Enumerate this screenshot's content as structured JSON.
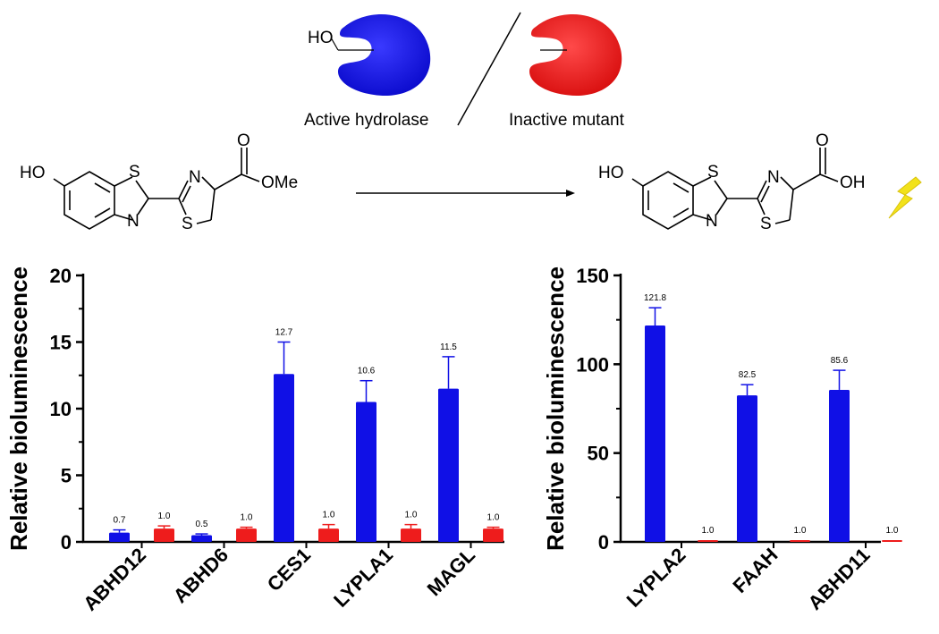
{
  "scheme": {
    "active_label": "Active hydrolase",
    "inactive_label": "Inactive mutant",
    "hydroxyl_label": "HO",
    "substrate_labels": {
      "ho": "HO",
      "s1": "S",
      "n1": "N",
      "n2": "N",
      "s2": "S",
      "o": "O",
      "ome": "OMe"
    },
    "product_labels": {
      "ho": "HO",
      "s1": "S",
      "n1": "N",
      "n2": "N",
      "s2": "S",
      "o": "O",
      "oh": "OH"
    },
    "colors": {
      "active": "#1010e6",
      "inactive": "#ee1c1c",
      "ome": "#1010e6",
      "bolt": "#f2e21b"
    },
    "icons": [
      "hydrolase-shape-icon",
      "lightning-bolt-icon"
    ]
  },
  "chart_data": [
    {
      "type": "bar",
      "ylabel": "Relative bioluminescence",
      "ylim": [
        0,
        20
      ],
      "yticks": [
        0,
        5,
        10,
        15,
        20
      ],
      "categories": [
        "ABHD12",
        "ABHD6",
        "CES1",
        "LYPLA1",
        "MAGL"
      ],
      "series": [
        {
          "values": [
            0.7,
            0.5,
            12.6,
            10.5,
            11.5
          ],
          "errors": [
            0.2,
            0.1,
            2.4,
            1.6,
            2.4
          ],
          "labels": [
            "0.7",
            "0.5",
            "12.7",
            "10.6",
            "11.5"
          ],
          "color": "#1010e6"
        },
        {
          "values": [
            1.0,
            1.0,
            1.0,
            1.0,
            1.0
          ],
          "errors": [
            0.2,
            0.1,
            0.3,
            0.3,
            0.1
          ],
          "labels": [
            "1.0",
            "1.0",
            "1.0",
            "1.0",
            "1.0"
          ],
          "color": "#ee1c1c"
        }
      ],
      "legend": "none",
      "grid": false
    },
    {
      "type": "bar",
      "ylabel": "Relative bioluminescence",
      "ylim": [
        0,
        150
      ],
      "yticks": [
        0,
        50,
        100,
        150
      ],
      "categories": [
        "LYPLA2",
        "FAAH",
        "ABHD11"
      ],
      "series": [
        {
          "values": [
            121.8,
            82.5,
            85.6
          ],
          "errors": [
            10,
            6,
            11
          ],
          "labels": [
            "121.8",
            "82.5",
            "85.6"
          ],
          "color": "#1010e6"
        },
        {
          "values": [
            1.0,
            1.0,
            1.0
          ],
          "errors": [
            0,
            0,
            0
          ],
          "labels": [
            "1.0",
            "1.0",
            "1.0"
          ],
          "color": "#ee1c1c"
        }
      ],
      "legend": "none",
      "grid": false
    }
  ]
}
